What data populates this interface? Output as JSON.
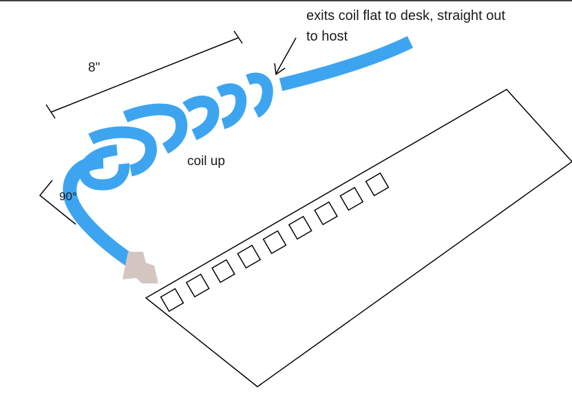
{
  "diagram": {
    "annotations": {
      "exit_note_line1": "exits coil flat to desk, straight out",
      "exit_note_line2": "to host",
      "length_label": "8\"",
      "coil_label": "coil up",
      "angle_label": "90°"
    },
    "colors": {
      "cable": "#3da5f0",
      "plug": "#d3c6c1",
      "outline": "#000000",
      "text": "#1a1a1a"
    },
    "keyboard": {
      "key_count": 9
    }
  }
}
